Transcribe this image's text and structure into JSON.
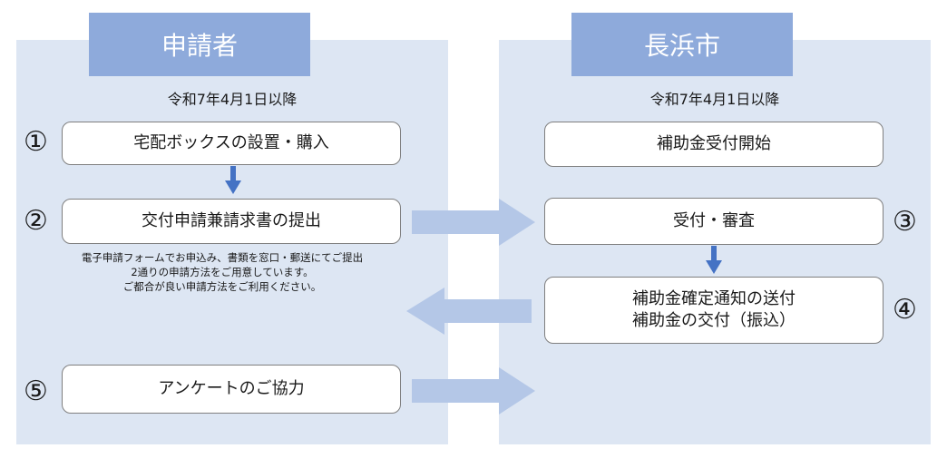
{
  "left": {
    "header": "申請者",
    "date": "令和7年4月1日以降",
    "steps": [
      {
        "number": "①",
        "label": "宅配ボックスの設置・購入"
      },
      {
        "number": "②",
        "label": "交付申請兼請求書の提出"
      },
      {
        "number": "⑤",
        "label": "アンケートのご協力"
      }
    ],
    "note": [
      "電子申請フォームでお申込み、書類を窓口・郵送にてご提出",
      "2通りの申請方法をご用意しています。",
      "ご都合が良い申請方法をご利用ください。"
    ]
  },
  "right": {
    "header": "長浜市",
    "date": "令和7年4月1日以降",
    "start": "補助金受付開始",
    "steps": [
      {
        "number": "③",
        "label": "受付・審査"
      },
      {
        "number": "④",
        "lines": [
          "補助金確定通知の送付",
          "補助金の交付（振込）"
        ]
      }
    ]
  },
  "colors": {
    "panel": "#dde6f3",
    "header": "#8eaadb",
    "arrow_light": "#b4c7e7",
    "arrow_dark": "#4472c4"
  }
}
